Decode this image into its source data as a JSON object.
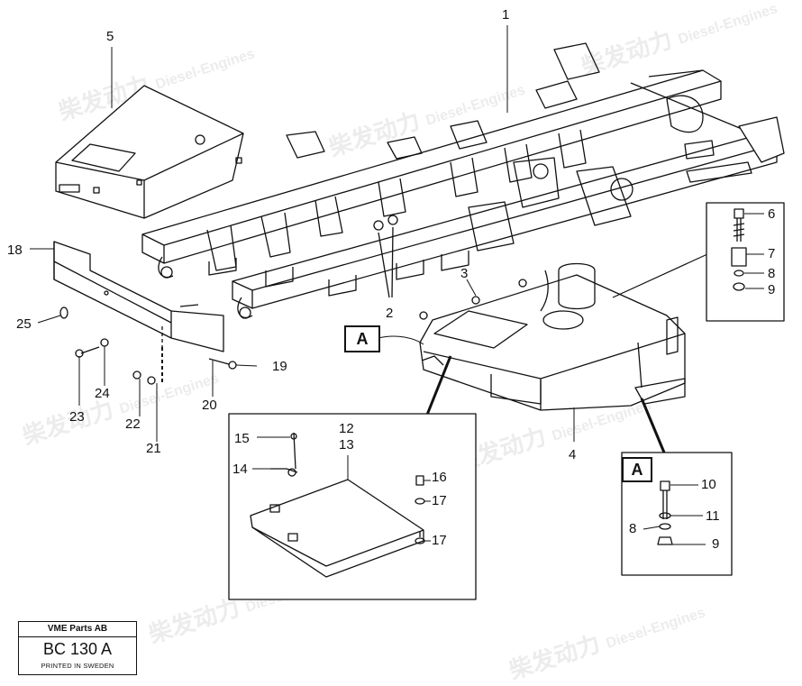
{
  "title_block": {
    "company": "VME Parts AB",
    "code": "BC 130 A",
    "printed": "PRINTED IN SWEDEN"
  },
  "callouts": {
    "main": [
      "1",
      "2",
      "3",
      "4",
      "5",
      "18",
      "19",
      "20",
      "21",
      "22",
      "23",
      "24",
      "25"
    ],
    "right_box": [
      "6",
      "7",
      "8",
      "9"
    ],
    "cover_box": [
      "12",
      "13",
      "14",
      "15",
      "16",
      "17",
      "17"
    ],
    "detail_a": [
      "10",
      "11",
      "8",
      "9"
    ]
  },
  "detail_labels": {
    "main_a": "A",
    "box_a": "A"
  },
  "watermark": {
    "brand": "柴发动力",
    "sub": "Diesel-Engines"
  }
}
